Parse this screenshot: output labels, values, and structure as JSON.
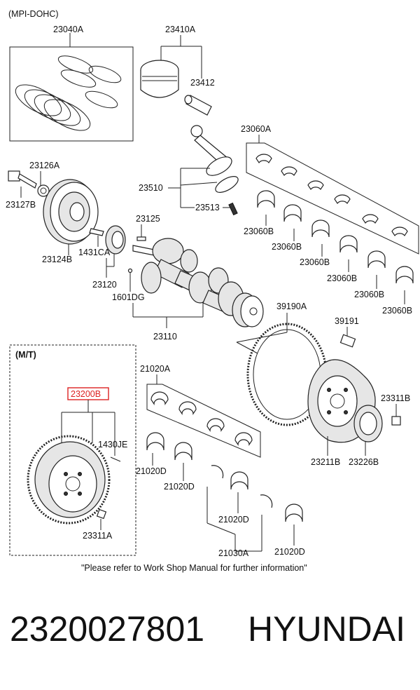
{
  "header": "(MPI-DOHC)",
  "inset_title": "(M/T)",
  "callouts": {
    "piston_ring_set": "23040A",
    "piston": "23410A",
    "piston_pin": "23412",
    "conrod_bearing_set": "23060A",
    "pulley_bolt": "23126A",
    "pulley_washer": "23127B",
    "damper_pulley": "23124B",
    "conrod_assembly": "23510",
    "conrod_bolt": "23513",
    "crank_key": "23125",
    "key_pin": "1431CA",
    "crank_sprocket": "23120",
    "crank_pin": "1601DG",
    "crankshaft": "23110",
    "bearing_b1": "23060B",
    "bearing_b2": "23060B",
    "bearing_b3": "23060B",
    "bearing_b4": "23060B",
    "bearing_b5": "23060B",
    "bearing_b6": "23060B",
    "ring_gear": "39190A",
    "drive_plate_bolt": "39191",
    "flywheel": "23200B",
    "dowel_pin": "1430JE",
    "flywheel_bolt": "23311A",
    "main_bearing_set": "21020A",
    "main_bearing_d1": "21020D",
    "main_bearing_d2": "21020D",
    "main_bearing_d3": "21020D",
    "main_bearing_d4": "21020D",
    "thrust_washer": "21030A",
    "drive_plate": "23211B",
    "adapter_plate": "23226B",
    "drive_plate_bolt_b": "23311B"
  },
  "highlight_color": "#dd2222",
  "footnote": "\"Please refer to Work Shop Manual for further information\"",
  "caption": {
    "part_number": "2320027801",
    "brand": "HYUNDAI"
  }
}
